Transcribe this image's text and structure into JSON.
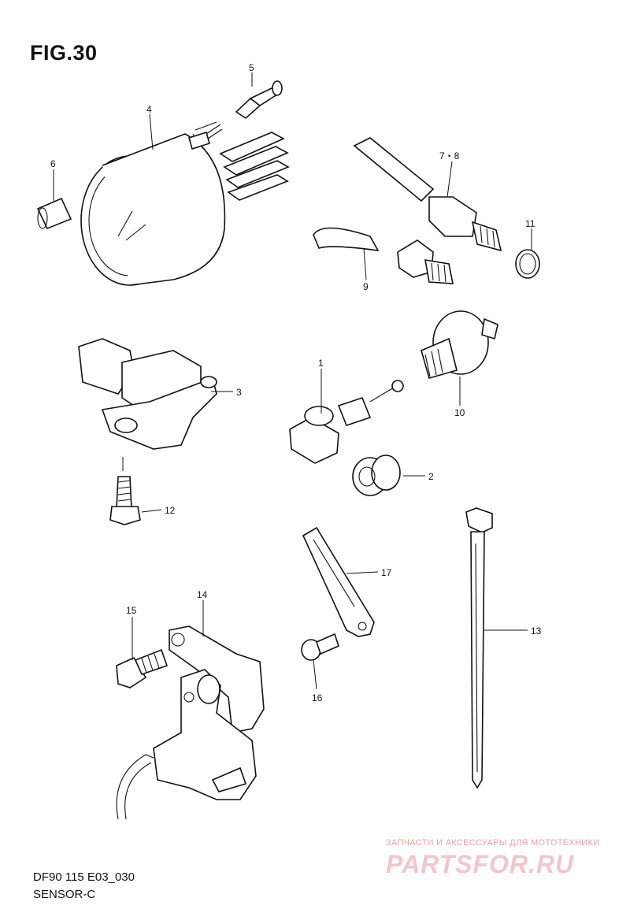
{
  "figure": {
    "title": "FIG.30"
  },
  "footer": {
    "code": "DF90 115 E03_030",
    "name": "SENSOR-C"
  },
  "watermark": {
    "line1": "ЗАПЧАСТИ И АКСЕССУАРЫ ДЛЯ МОТОТЕХНИКИ",
    "line2": "PARTSFOR.RU"
  },
  "callouts": {
    "c1": "1",
    "c2": "2",
    "c3": "3",
    "c4": "4",
    "c5": "5",
    "c6": "6",
    "c78": "7・8",
    "c9": "9",
    "c10": "10",
    "c11": "11",
    "c12": "12",
    "c13": "13",
    "c14": "14",
    "c15": "15",
    "c16": "16",
    "c17": "17"
  }
}
